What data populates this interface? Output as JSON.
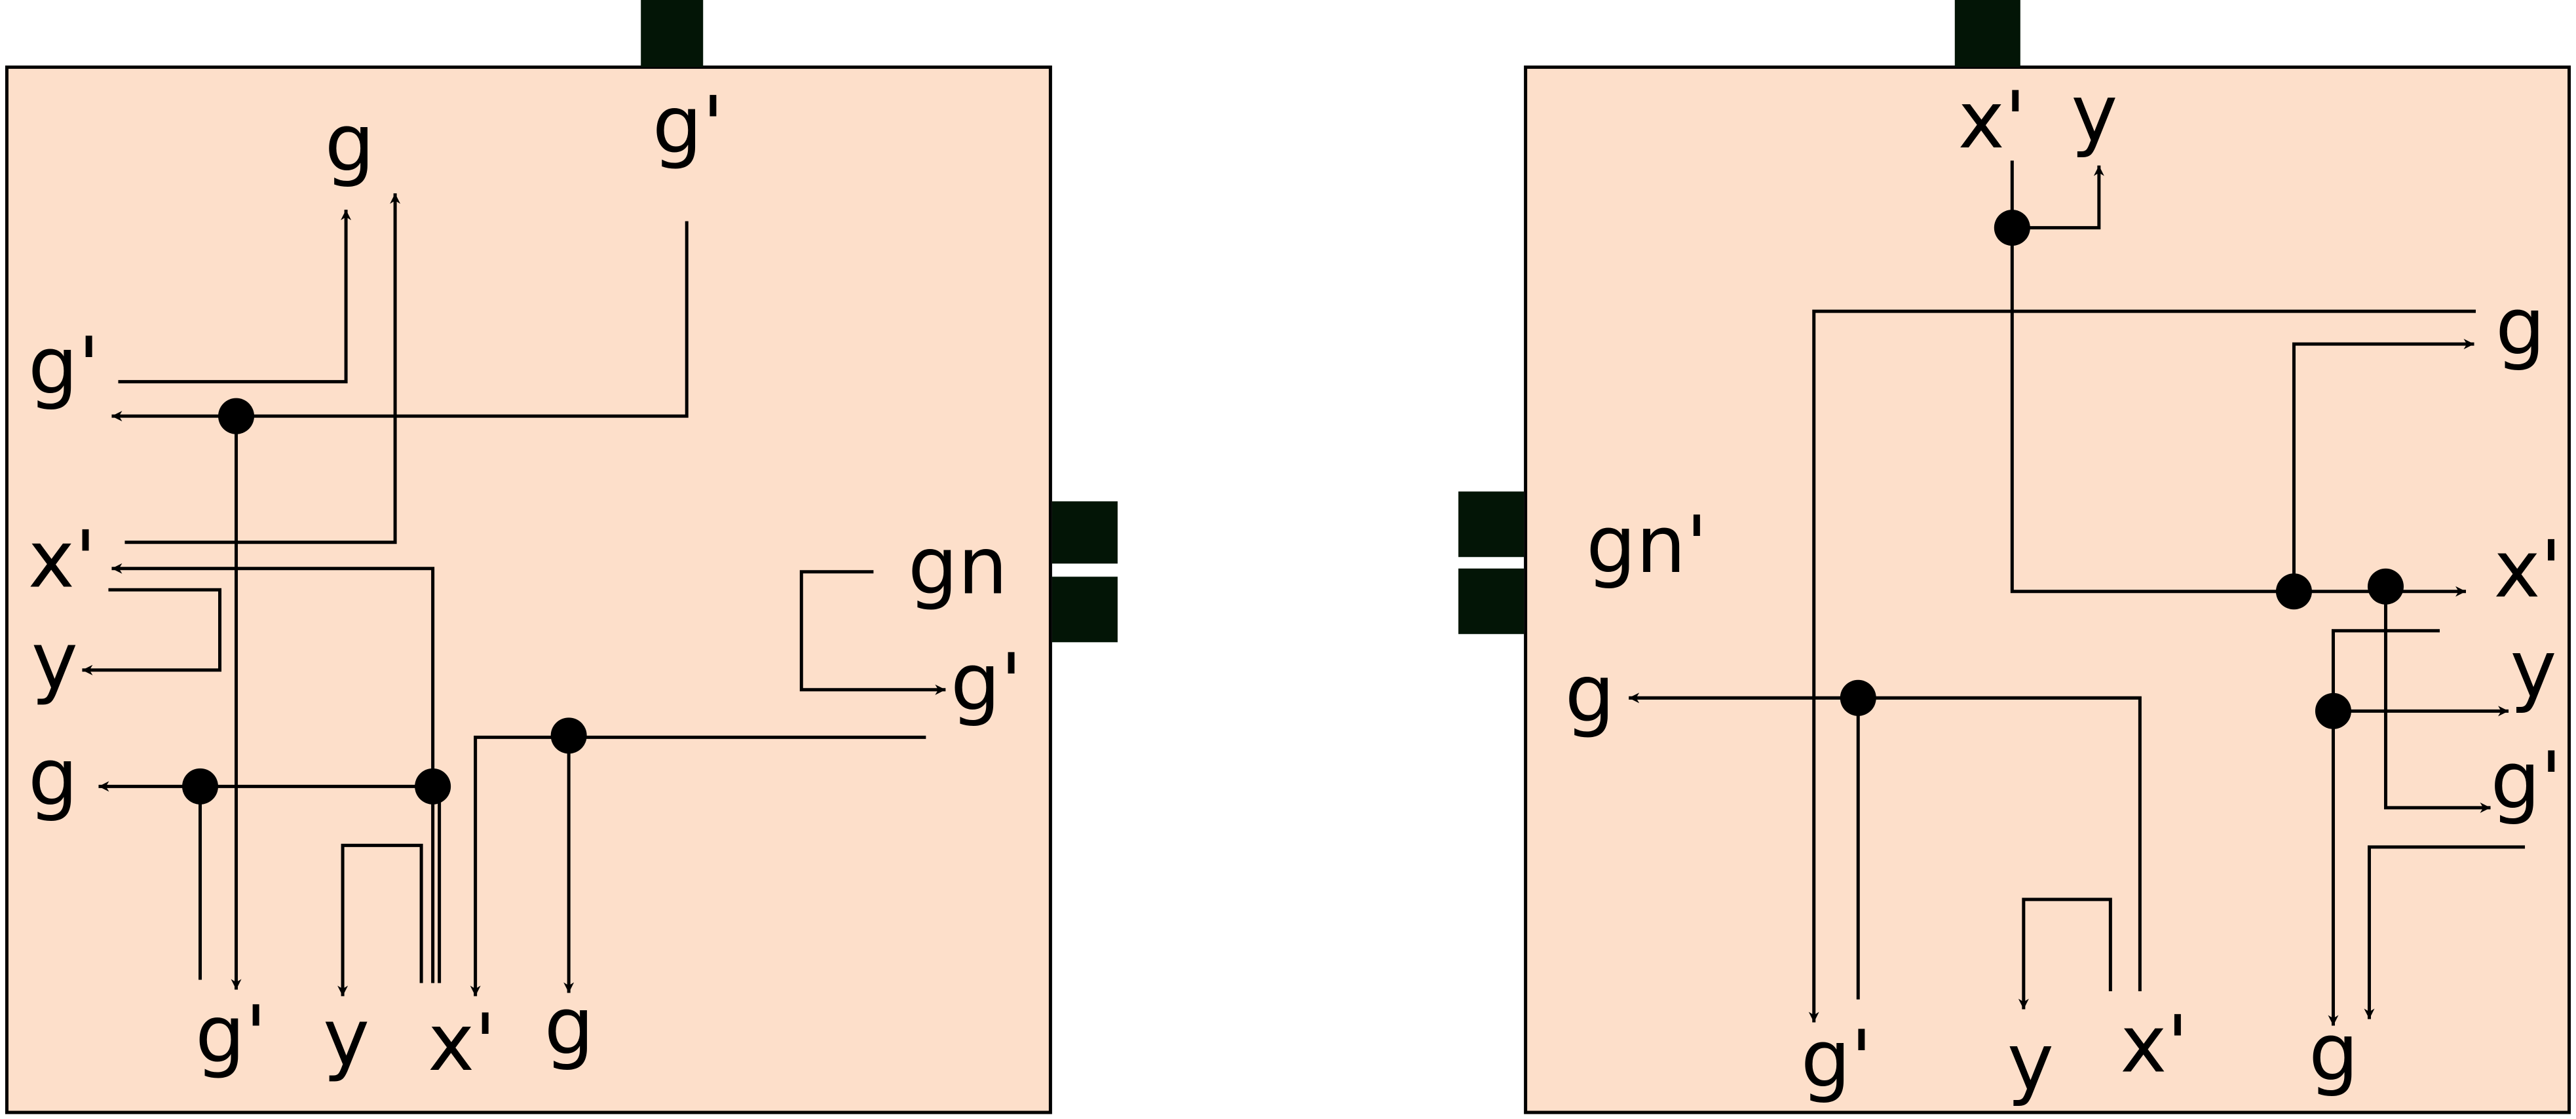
{
  "colors": {
    "box_fill": "#fddfca",
    "port_fill": "#031506",
    "line": "#000000"
  },
  "left_box": {
    "labels": {
      "top_g": "g",
      "top_g_prime": "g'",
      "left_g_prime": "g'",
      "left_x_prime": "x'",
      "left_y": "y",
      "left_g": "g",
      "right_gn": "gn",
      "right_g_prime": "g'",
      "bottom_g_prime": "g'",
      "bottom_y": "y",
      "bottom_x_prime": "x'",
      "bottom_g": "g"
    }
  },
  "right_box": {
    "labels": {
      "top_x_prime": "x'",
      "top_y": "y",
      "left_gn_prime": "gn'",
      "left_g": "g",
      "right_g": "g",
      "right_x_prime": "x'",
      "right_y": "y",
      "right_g_prime": "g'",
      "bottom_g_prime": "g'",
      "bottom_y": "y",
      "bottom_x_prime": "x'",
      "bottom_g": "g"
    }
  }
}
